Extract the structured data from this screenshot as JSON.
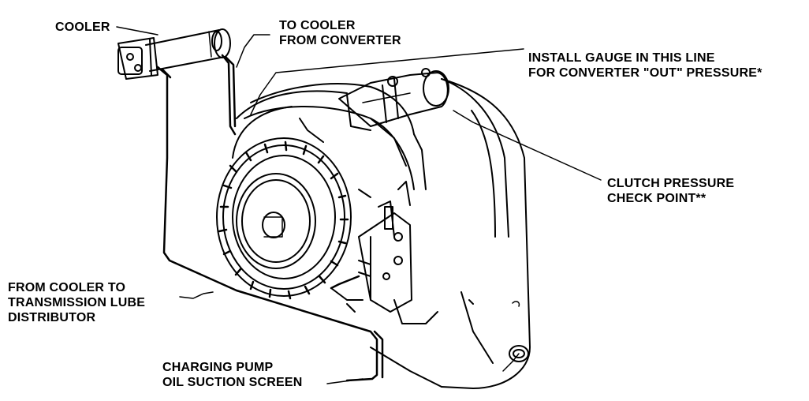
{
  "labels": {
    "cooler": "COOLER",
    "to_cooler": [
      "TO COOLER",
      "FROM CONVERTER"
    ],
    "install_gauge": [
      "INSTALL GAUGE IN THIS LINE",
      "FOR CONVERTER \"OUT\" PRESSURE*"
    ],
    "clutch_pressure": [
      "CLUTCH PRESSURE",
      "CHECK POINT**"
    ],
    "from_cooler": [
      "FROM COOLER TO",
      "TRANSMISSION LUBE",
      "DISTRIBUTOR"
    ],
    "charging_pump": [
      "CHARGING PUMP",
      "OIL SUCTION SCREEN"
    ]
  },
  "colors": {
    "ink": "#000000",
    "paper": "#ffffff"
  }
}
